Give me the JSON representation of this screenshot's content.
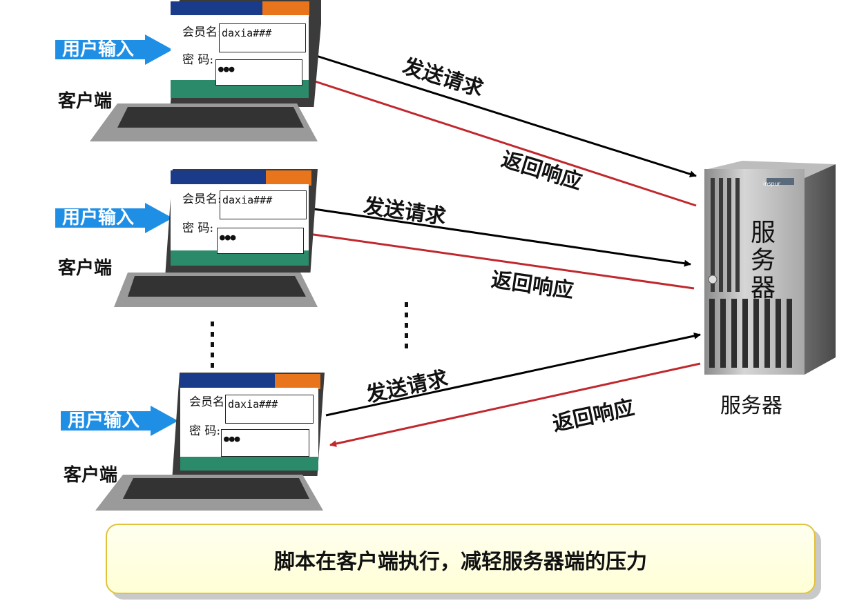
{
  "clients": [
    {
      "input_badge": "用户输入",
      "label": "客户端",
      "user_field_label": "会员名:",
      "user_value": "daxia###",
      "pwd_field_label": "密 码:",
      "pwd_value": "●●●"
    },
    {
      "input_badge": "用户输入",
      "label": "客户端",
      "user_field_label": "会员名:",
      "user_value": "daxia###",
      "pwd_field_label": "密 码:",
      "pwd_value": "●●●"
    },
    {
      "input_badge": "用户输入",
      "label": "客户端",
      "user_field_label": "会员名:",
      "user_value": "daxia###",
      "pwd_field_label": "密 码:",
      "pwd_value": "●●●"
    }
  ],
  "messages": [
    {
      "request": "发送请求",
      "response": "返回响应"
    },
    {
      "request": "发送请求",
      "response": "返回响应"
    },
    {
      "request": "发送请求",
      "response": "返回响应"
    }
  ],
  "server": {
    "box_label": [
      "服",
      "务",
      "器"
    ],
    "caption": "服务器",
    "brand": "inspur"
  },
  "note": "脚本在客户端执行，减轻服务器端的压力",
  "colors": {
    "request_arrow": "#000000",
    "response_arrow": "#c0282d",
    "badge": "#1f8fe6",
    "note_border": "#e2c23a"
  }
}
